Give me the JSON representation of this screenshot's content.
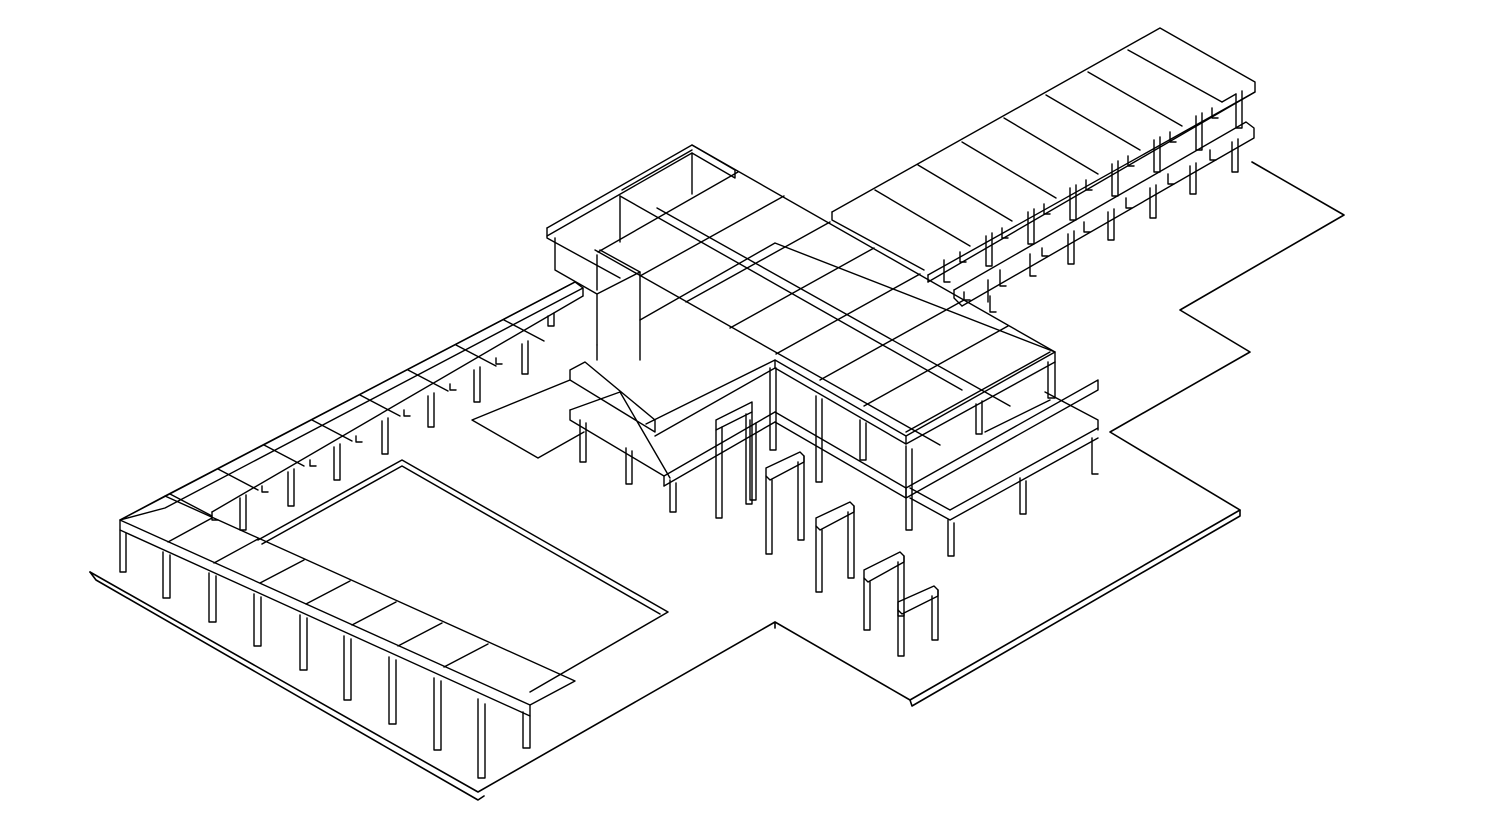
{
  "drawing": {
    "kind": "isometric structural frame wireframe",
    "background_color": "#ffffff",
    "line_color": "#000000",
    "components": [
      "ground-slab",
      "courtyard-void",
      "small-courtyard-void",
      "l-shaped-colonnade",
      "central-two-storey-frame",
      "northeast-wing-frame",
      "portal-frames"
    ]
  }
}
